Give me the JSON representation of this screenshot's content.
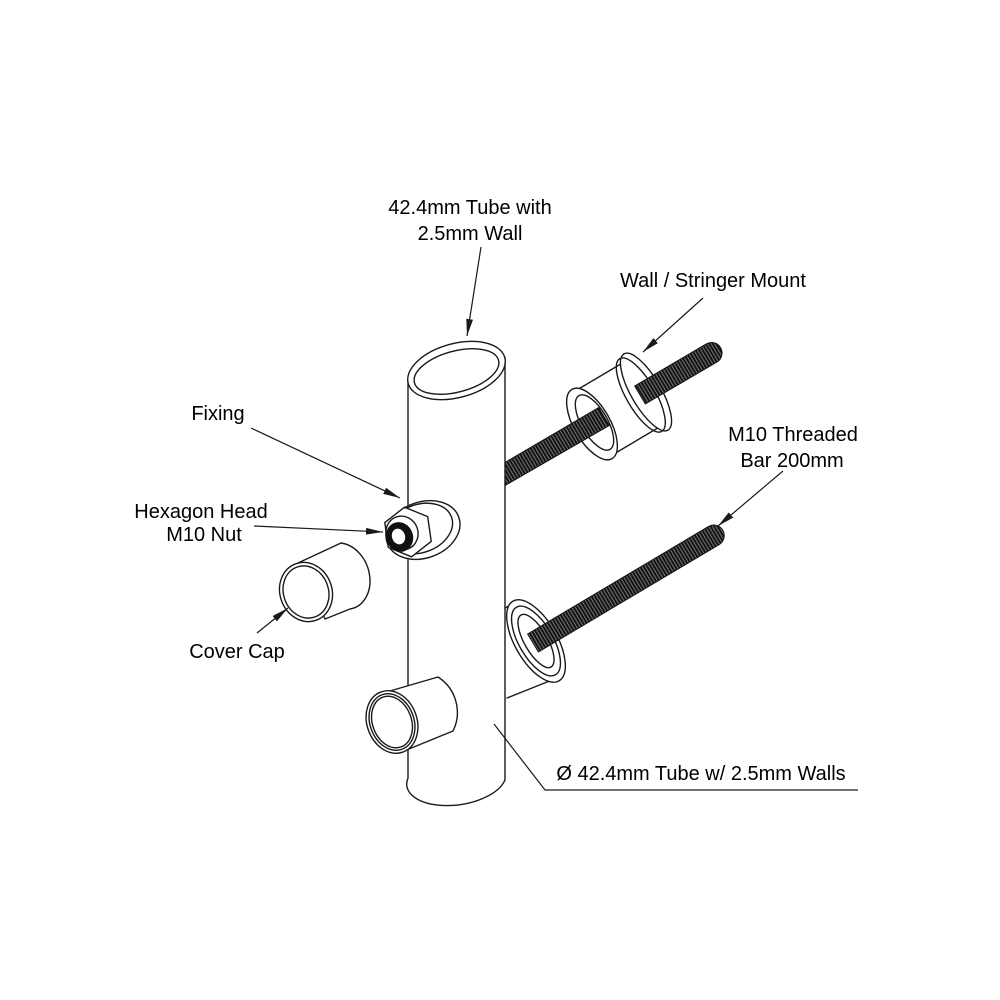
{
  "diagram": {
    "type": "exploded-assembly-technical-drawing",
    "description": "Handrail tube wall/stringer mounting assembly exploded view",
    "colors": {
      "background": "#ffffff",
      "line": "#1a1a1a",
      "bar_fill": "#141414",
      "text": "#000000"
    },
    "labels": {
      "tube_top": {
        "line1": "42.4mm Tube with",
        "line2": "2.5mm Wall"
      },
      "wall_stringer_mount": "Wall / Stringer Mount",
      "threaded_bar": {
        "line1": "M10 Threaded",
        "line2": "Bar 200mm"
      },
      "fixing": "Fixing",
      "hexagon_nut": {
        "line1": "Hexagon Head",
        "line2": "M10 Nut"
      },
      "cover_cap": "Cover Cap",
      "tube_bottom": "Ø 42.4mm Tube w/ 2.5mm Walls"
    }
  }
}
